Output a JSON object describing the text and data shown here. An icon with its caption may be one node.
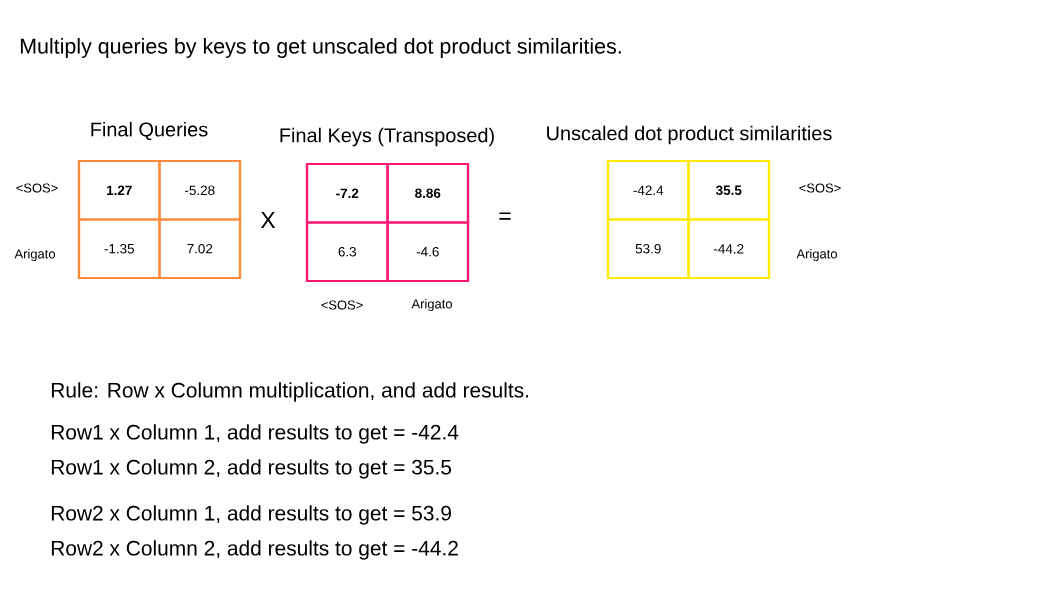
{
  "diagram": {
    "title": "Multiply queries by keys to get unscaled dot product similarities.",
    "nodes": [
      {
        "text": [
          "Final Queries"
        ],
        "beside": [
          "<SOS>",
          "Arigato"
        ]
      },
      {
        "text": [
          "1.27"
        ],
        "in": 0
      },
      {
        "text": [
          "-5.28"
        ],
        "in": 0
      },
      {
        "text": [
          "-1.35"
        ],
        "in": 0
      },
      {
        "text": [
          "7.02"
        ],
        "in": 0
      },
      {
        "text": [
          "Final Keys (Transposed)"
        ],
        "beside": [
          "<SOS>",
          "Arigato"
        ]
      },
      {
        "text": [
          "-7.2"
        ],
        "in": 5
      },
      {
        "text": [
          "8.86"
        ],
        "in": 5
      },
      {
        "text": [
          "6.3"
        ],
        "in": 5
      },
      {
        "text": [
          "-4.6"
        ],
        "in": 5
      },
      {
        "text": [
          "Unscaled dot product similarities"
        ],
        "beside": [
          "<SOS>",
          "Arigato"
        ]
      },
      {
        "text": [
          "-42.4"
        ],
        "in": 10
      },
      {
        "text": [
          "35.5"
        ],
        "in": 10
      },
      {
        "text": [
          "53.9"
        ],
        "in": 10
      },
      {
        "text": [
          "-44.2"
        ],
        "in": 10
      }
    ],
    "labels": [
      "X",
      "=",
      "Rule: Row x Column multiplication, and add results.",
      "Row1 x Column 1, add results to get = -42.4",
      "Row1 x Column 2, add results to get = 35.5",
      "Row2 x Column 1, add results to get = 53.9",
      "Row2 x Column 2, add results to get = -44.2"
    ]
  }
}
